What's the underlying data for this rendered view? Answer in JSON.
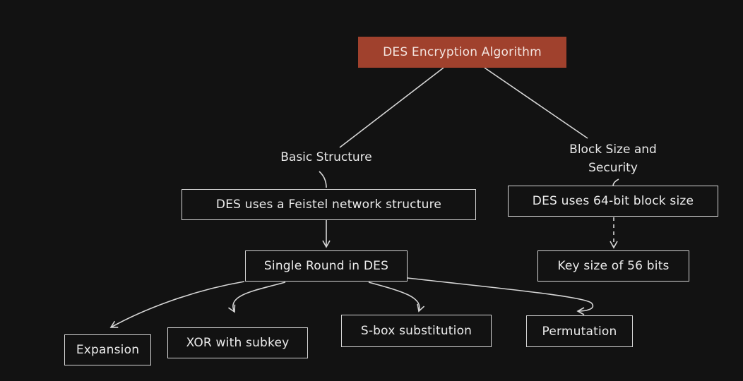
{
  "diagram": {
    "title": "DES Encryption Algorithm",
    "nodes": {
      "root": "DES Encryption Algorithm",
      "feistel": "DES uses a Feistel network structure",
      "single_round": "Single Round in DES",
      "expansion": "Expansion",
      "xor": "XOR with subkey",
      "sbox": "S-box substitution",
      "permutation": "Permutation",
      "block_size": "DES uses 64-bit block size",
      "key_size": "Key size of 56 bits"
    },
    "edge_labels": {
      "basic_structure": "Basic Structure",
      "block_size_line1": "Block Size and",
      "block_size_line2": "Security"
    }
  },
  "colors": {
    "background": "#121212",
    "root_fill": "#a0412d",
    "stroke": "#d6d6d6",
    "text": "#e6e6e6"
  }
}
